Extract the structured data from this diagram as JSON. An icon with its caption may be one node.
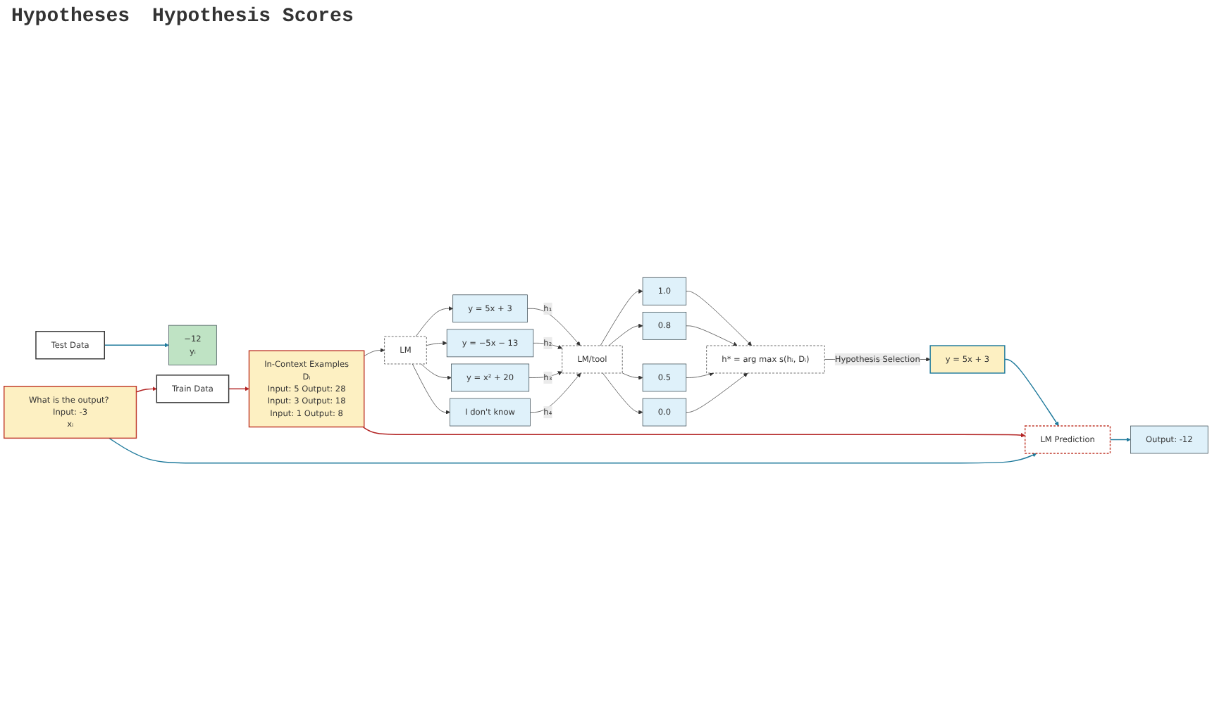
{
  "diagram": {
    "nodes": [
      {
        "text": [
          "Train Data"
        ]
      },
      {
        "text": [
          "In-Context Examples",
          "Dᵢ",
          "Input: 5 Output: 28",
          "Input: 3 Output: 18",
          "Input: 1 Output: 8"
        ]
      },
      {
        "text": [
          "LM"
        ]
      },
      {
        "text": [
          "y = 5x + 3"
        ]
      },
      {
        "text": [
          "y = −5x − 13"
        ]
      },
      {
        "text": [
          "y = x² + 20"
        ]
      },
      {
        "text": [
          "I don't know"
        ]
      },
      {
        "text": [
          "LM/tool"
        ]
      },
      {
        "text": [
          "1.0"
        ]
      },
      {
        "text": [
          "0.8"
        ]
      },
      {
        "text": [
          "0.5"
        ]
      },
      {
        "text": [
          "0.0"
        ]
      },
      {
        "text": [
          "h* = arg max s(hᵢ, Dᵢ)"
        ]
      },
      {
        "text": [
          "y = 5x + 3"
        ]
      },
      {
        "text": [
          "Test Data"
        ]
      },
      {
        "text": [
          "What is the output? Input: -3",
          "xᵢ"
        ]
      },
      {
        "text": [
          "−12",
          "yᵢ"
        ]
      },
      {
        "text": [
          "LM Prediction"
        ]
      },
      {
        "text": [
          "Output: -12"
        ]
      }
    ],
    "edges": [
      {
        "from": 0,
        "to": 1,
        "arrow": "to",
        "color": "#b22222"
      },
      {
        "from": 1,
        "to": 2,
        "arrow": "to"
      },
      {
        "from": 2,
        "to": 3,
        "arrow": "to"
      },
      {
        "from": 2,
        "to": 4,
        "arrow": "to"
      },
      {
        "from": 2,
        "to": 5,
        "arrow": "to"
      },
      {
        "from": 2,
        "to": 6,
        "arrow": "to"
      },
      {
        "from": 3,
        "to": 7,
        "arrow": "to",
        "label": "h₁"
      },
      {
        "from": 4,
        "to": 7,
        "arrow": "to",
        "label": "h₂"
      },
      {
        "from": 5,
        "to": 7,
        "arrow": "to",
        "label": "h₃"
      },
      {
        "from": 6,
        "to": 7,
        "arrow": "to",
        "label": "h₄"
      },
      {
        "from": 7,
        "to": 8,
        "arrow": "to"
      },
      {
        "from": 7,
        "to": 9,
        "arrow": "to"
      },
      {
        "from": 7,
        "to": 10,
        "arrow": "to"
      },
      {
        "from": 7,
        "to": 11,
        "arrow": "to"
      },
      {
        "from": 8,
        "to": 12,
        "arrow": "to"
      },
      {
        "from": 9,
        "to": 12,
        "arrow": "to"
      },
      {
        "from": 10,
        "to": 12,
        "arrow": "to"
      },
      {
        "from": 11,
        "to": 12,
        "arrow": "to"
      },
      {
        "from": 12,
        "to": 13,
        "arrow": "to",
        "label": "Hypothesis Selection"
      },
      {
        "from": 13,
        "to": 17,
        "arrow": "to",
        "color": "#1f7a9c"
      },
      {
        "from": 1,
        "to": 17,
        "arrow": "to",
        "color": "#b22222"
      },
      {
        "from": 15,
        "to": 0,
        "arrow": "to",
        "color": "#b22222"
      },
      {
        "from": 14,
        "to": 16,
        "arrow": "to",
        "color": "#1f7a9c"
      },
      {
        "from": 15,
        "to": 17,
        "arrow": "to",
        "color": "#1f7a9c"
      },
      {
        "from": 17,
        "to": 18,
        "arrow": "to",
        "color": "#1f7a9c"
      }
    ],
    "labels": [
      "Hypotheses",
      "Hypothesis Scores"
    ]
  }
}
